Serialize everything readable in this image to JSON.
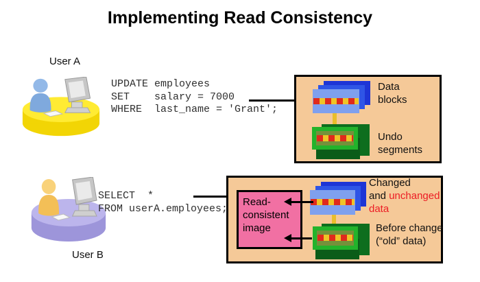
{
  "title": "Implementing Read Consistency",
  "user_a": {
    "label": "User A",
    "sql": "UPDATE employees\nSET    salary = 7000\nWHERE  last_name = 'Grant';"
  },
  "user_b": {
    "label": "User B",
    "sql": "SELECT  *\nFROM userA.employees;"
  },
  "top_box": {
    "data_blocks_label": "Data\nblocks",
    "undo_segments_label": "Undo\nsegments"
  },
  "bottom_box": {
    "read_consistent_label": "Read-\nconsistent\nimage",
    "changed_label_black": "Changed\nand",
    "changed_label_red": "unchanged data",
    "before_change_label": "Before change\n(“old” data)"
  },
  "icons": {
    "user_a": "person-at-computer-on-yellow-disk",
    "user_b": "person-at-computer-on-purple-disk",
    "data_blocks": "stacked-blue-blocks-with-red-yellow-stripe",
    "undo_segments": "stacked-green-blocks-with-red-yellow-stripe"
  },
  "colors": {
    "container_fill": "#F5C998",
    "read_consistent_fill": "#F170A3",
    "highlight_red_text": "#EC1C24",
    "data_block_blue": "#7FA0EE",
    "undo_segment_green": "#23B32B",
    "stripe_red": "#E02A1C",
    "stripe_yellow": "#EFC426"
  }
}
